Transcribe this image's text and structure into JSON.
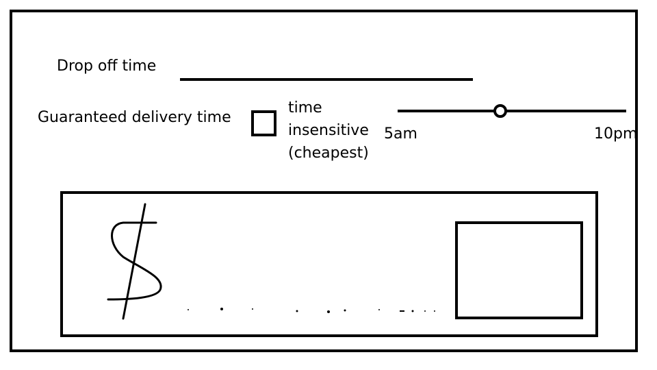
{
  "form": {
    "drop_off_label": "Drop off time",
    "drop_off_value": "",
    "guaranteed_label": "Guaranteed delivery time",
    "time_insensitive_lines": [
      "time",
      "insensitive",
      "(cheapest)"
    ],
    "slider": {
      "min_label": "5am",
      "max_label": "10pm",
      "value_fraction": 0.45
    }
  },
  "price_panel": {
    "currency_symbol": "$"
  }
}
